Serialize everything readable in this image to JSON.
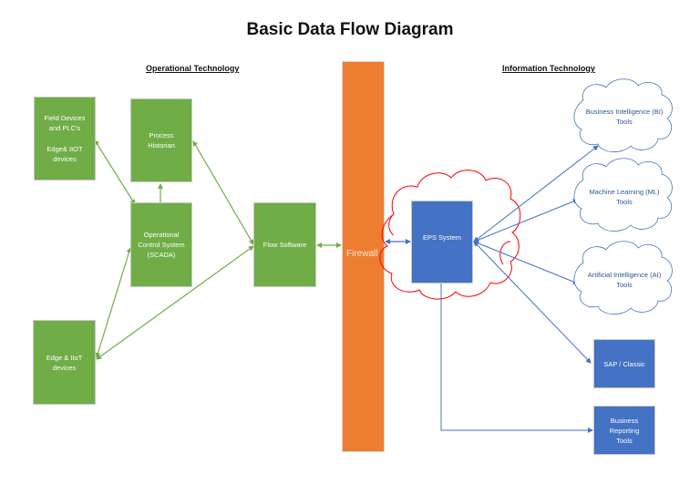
{
  "title": "Basic Data Flow Diagram",
  "sections": {
    "ot": "Operational Technology",
    "it": "Information Technology"
  },
  "colors": {
    "ot_node": "#70ad47",
    "it_node": "#4472c4",
    "firewall": "#ed7d31",
    "cloud_boundary": "#ff0000",
    "ot_connector": "#70ad47",
    "it_connector": "#4472c4"
  },
  "nodes": {
    "field_devices": {
      "line1": "Field Devices",
      "line2": "and PLC's",
      "line3": "Edge& IIOT",
      "line4": "devices"
    },
    "process_historian": {
      "line1": "Process",
      "line2": "Historian"
    },
    "scada": {
      "line1": "Operational",
      "line2": "Control System",
      "line3": "(SCADA)"
    },
    "edge_iiot": {
      "line1": "Edge & IIoT",
      "line2": "devices"
    },
    "flow_software": {
      "label": "Flow Software"
    },
    "firewall": {
      "label": "Firewall"
    },
    "eps_system": {
      "label": "EPS System"
    },
    "bi_tools": {
      "line1": "Business Intelligence (BI)",
      "line2": "Tools"
    },
    "ml_tools": {
      "line1": "Machine Learning (ML)",
      "line2": "Tools"
    },
    "ai_tools": {
      "line1": "Artificial Intelligence (AI)",
      "line2": "Tools"
    },
    "sap_classic": {
      "label": "SAP / Classic"
    },
    "business_reporting": {
      "line1": "Business",
      "line2": "Reporting",
      "line3": "Tools"
    }
  },
  "connections": [
    {
      "from": "field_devices",
      "to": "scada",
      "direction": "both"
    },
    {
      "from": "scada",
      "to": "process_historian",
      "direction": "forward"
    },
    {
      "from": "process_historian",
      "to": "flow_software",
      "direction": "both"
    },
    {
      "from": "edge_iiot",
      "to": "scada",
      "direction": "both"
    },
    {
      "from": "edge_iiot",
      "to": "flow_software",
      "direction": "both"
    },
    {
      "from": "flow_software",
      "to": "firewall",
      "direction": "both"
    },
    {
      "from": "firewall",
      "to": "eps_system",
      "direction": "both"
    },
    {
      "from": "eps_system",
      "to": "bi_tools",
      "direction": "both"
    },
    {
      "from": "eps_system",
      "to": "ml_tools",
      "direction": "both"
    },
    {
      "from": "eps_system",
      "to": "ai_tools",
      "direction": "both"
    },
    {
      "from": "eps_system",
      "to": "sap_classic",
      "direction": "both"
    },
    {
      "from": "eps_system",
      "to": "business_reporting",
      "direction": "forward"
    }
  ]
}
